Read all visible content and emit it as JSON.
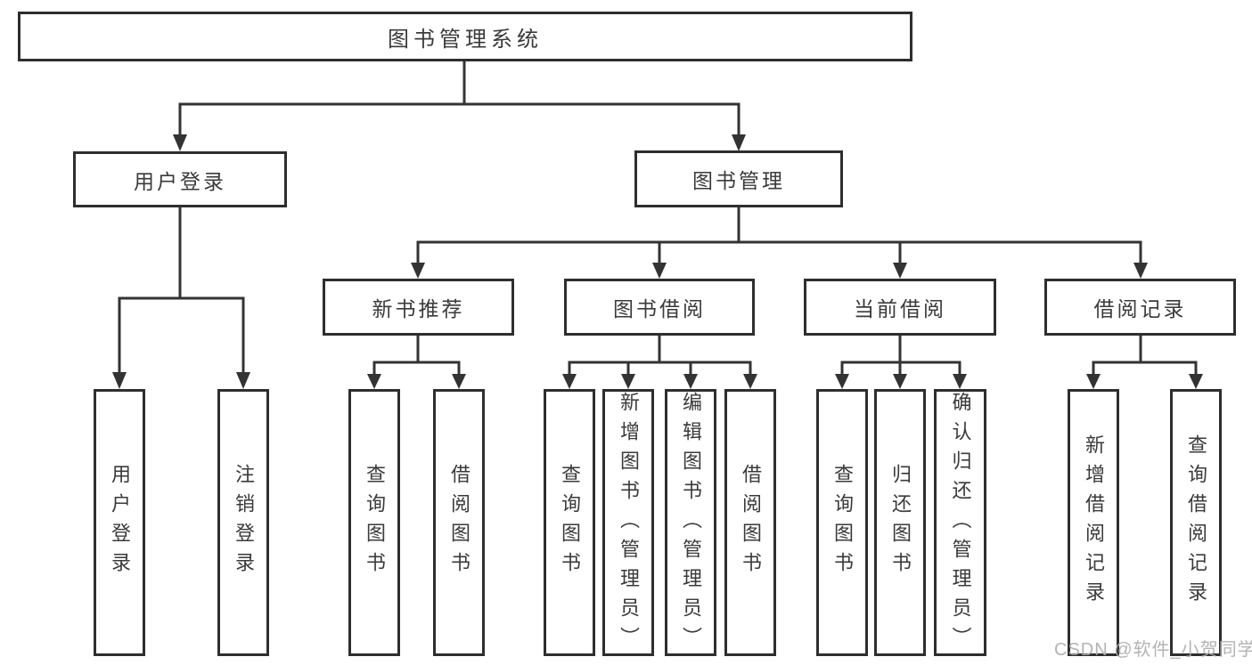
{
  "diagram_type": "functional-structure-tree",
  "colors": {
    "background": "#ffffff",
    "box_fill": "#ffffff",
    "box_border": "#2e2e2e",
    "line": "#333333",
    "text": "#3a3a3a",
    "watermark": "#acacac"
  },
  "hierarchy": [
    {
      "label": "图书管理系统",
      "children": [
        {
          "label": "用户登录",
          "children": [
            {
              "label": "用户登录"
            },
            {
              "label": "注销登录"
            }
          ]
        },
        {
          "label": "图书管理",
          "children": [
            {
              "label": "新书推荐",
              "children": [
                {
                  "label": "查询图书"
                },
                {
                  "label": "借阅图书"
                }
              ]
            },
            {
              "label": "图书借阅",
              "children": [
                {
                  "label": "查询图书"
                },
                {
                  "label": "新增图书（管理员）"
                },
                {
                  "label": "编辑图书（管理员）"
                },
                {
                  "label": "借阅图书"
                }
              ]
            },
            {
              "label": "当前借阅",
              "children": [
                {
                  "label": "查询图书"
                },
                {
                  "label": "归还图书"
                },
                {
                  "label": "确认归还（管理员）"
                }
              ]
            },
            {
              "label": "借阅记录",
              "children": [
                {
                  "label": "新增借阅记录"
                },
                {
                  "label": "查询借阅记录"
                }
              ]
            }
          ]
        }
      ]
    }
  ],
  "watermark": {
    "text": "CSDN @软件_小贺同学"
  }
}
